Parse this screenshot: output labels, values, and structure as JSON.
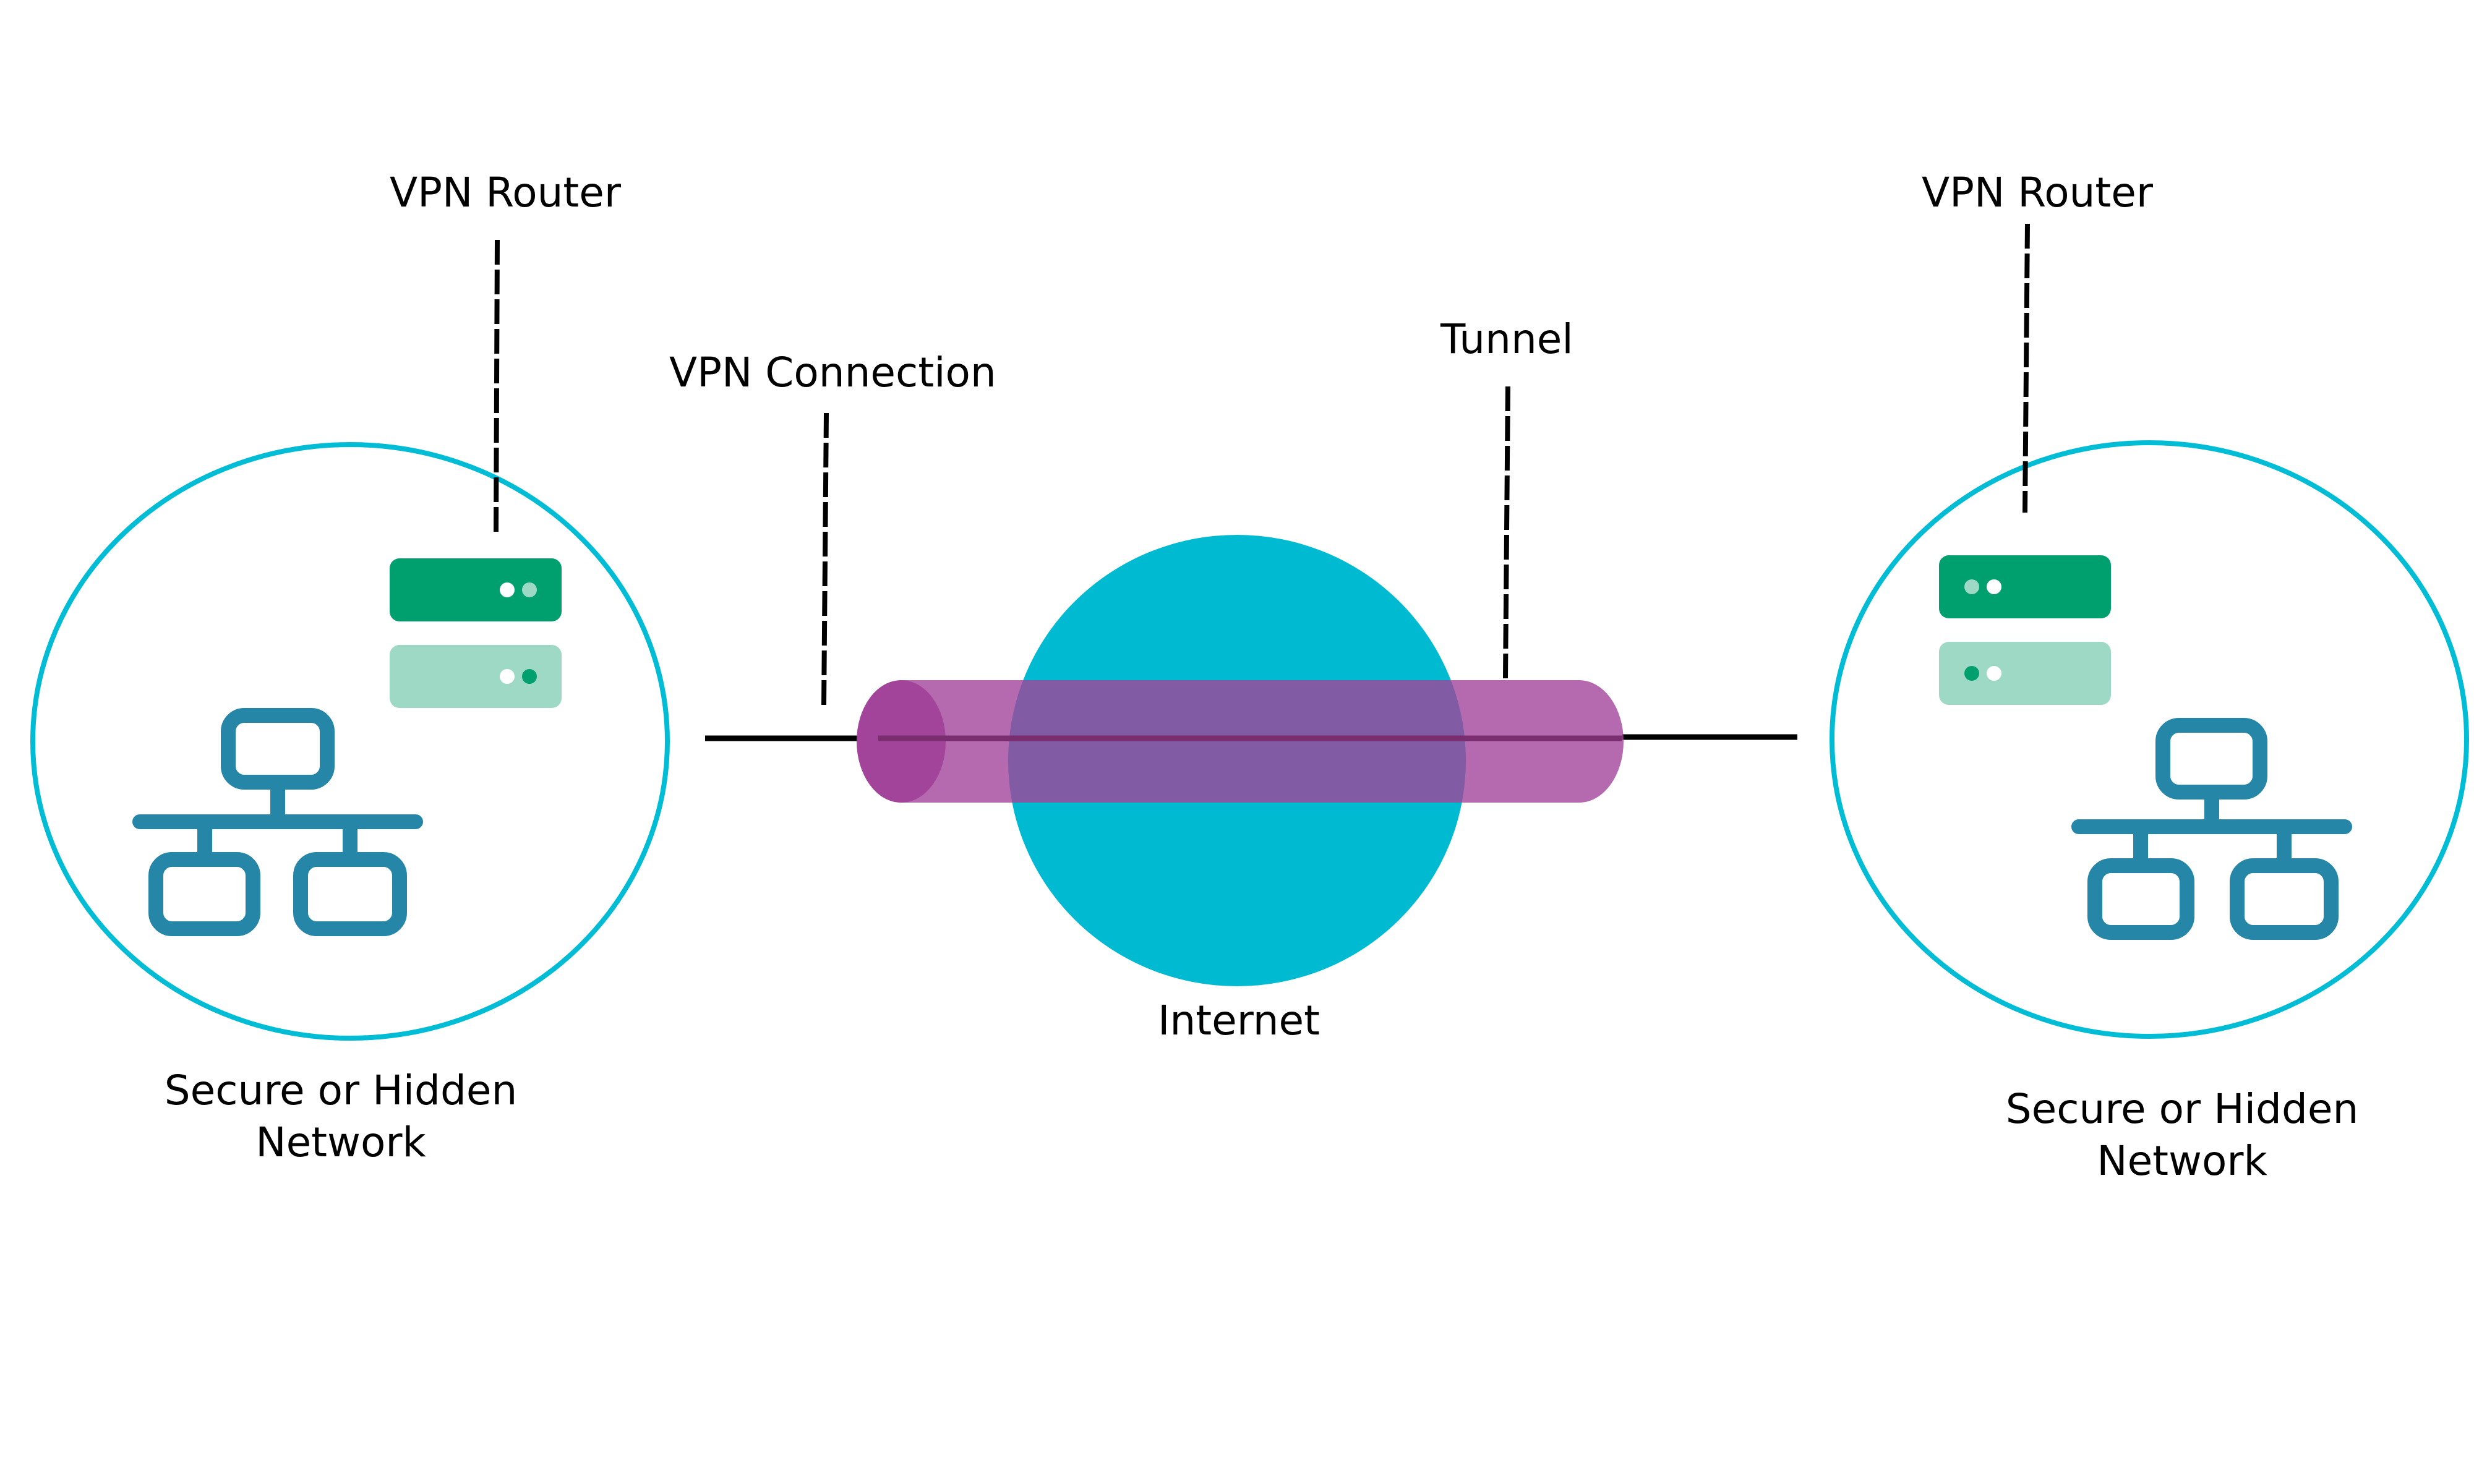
{
  "labels": {
    "router_left": "VPN Router",
    "router_right": "VPN Router",
    "vpn_connection": "VPN Connection",
    "tunnel": "Tunnel",
    "internet": "Internet",
    "network_left_line1": "Secure or Hidden",
    "network_left_line2": "Network",
    "network_right_line1": "Secure or Hidden",
    "network_right_line2": "Network"
  },
  "icons": {
    "router": "server-rack-icon",
    "network": "network-topology-icon"
  },
  "colors": {
    "network_ring": "#00bcd4",
    "internet": "#00bad2",
    "router_dark": "#009f6e",
    "router_light": "#9dd9c5",
    "network_icon": "#2586a7",
    "tunnel": "#a2449a",
    "tunnel_cap": "#a2449a",
    "line": "#000000"
  }
}
